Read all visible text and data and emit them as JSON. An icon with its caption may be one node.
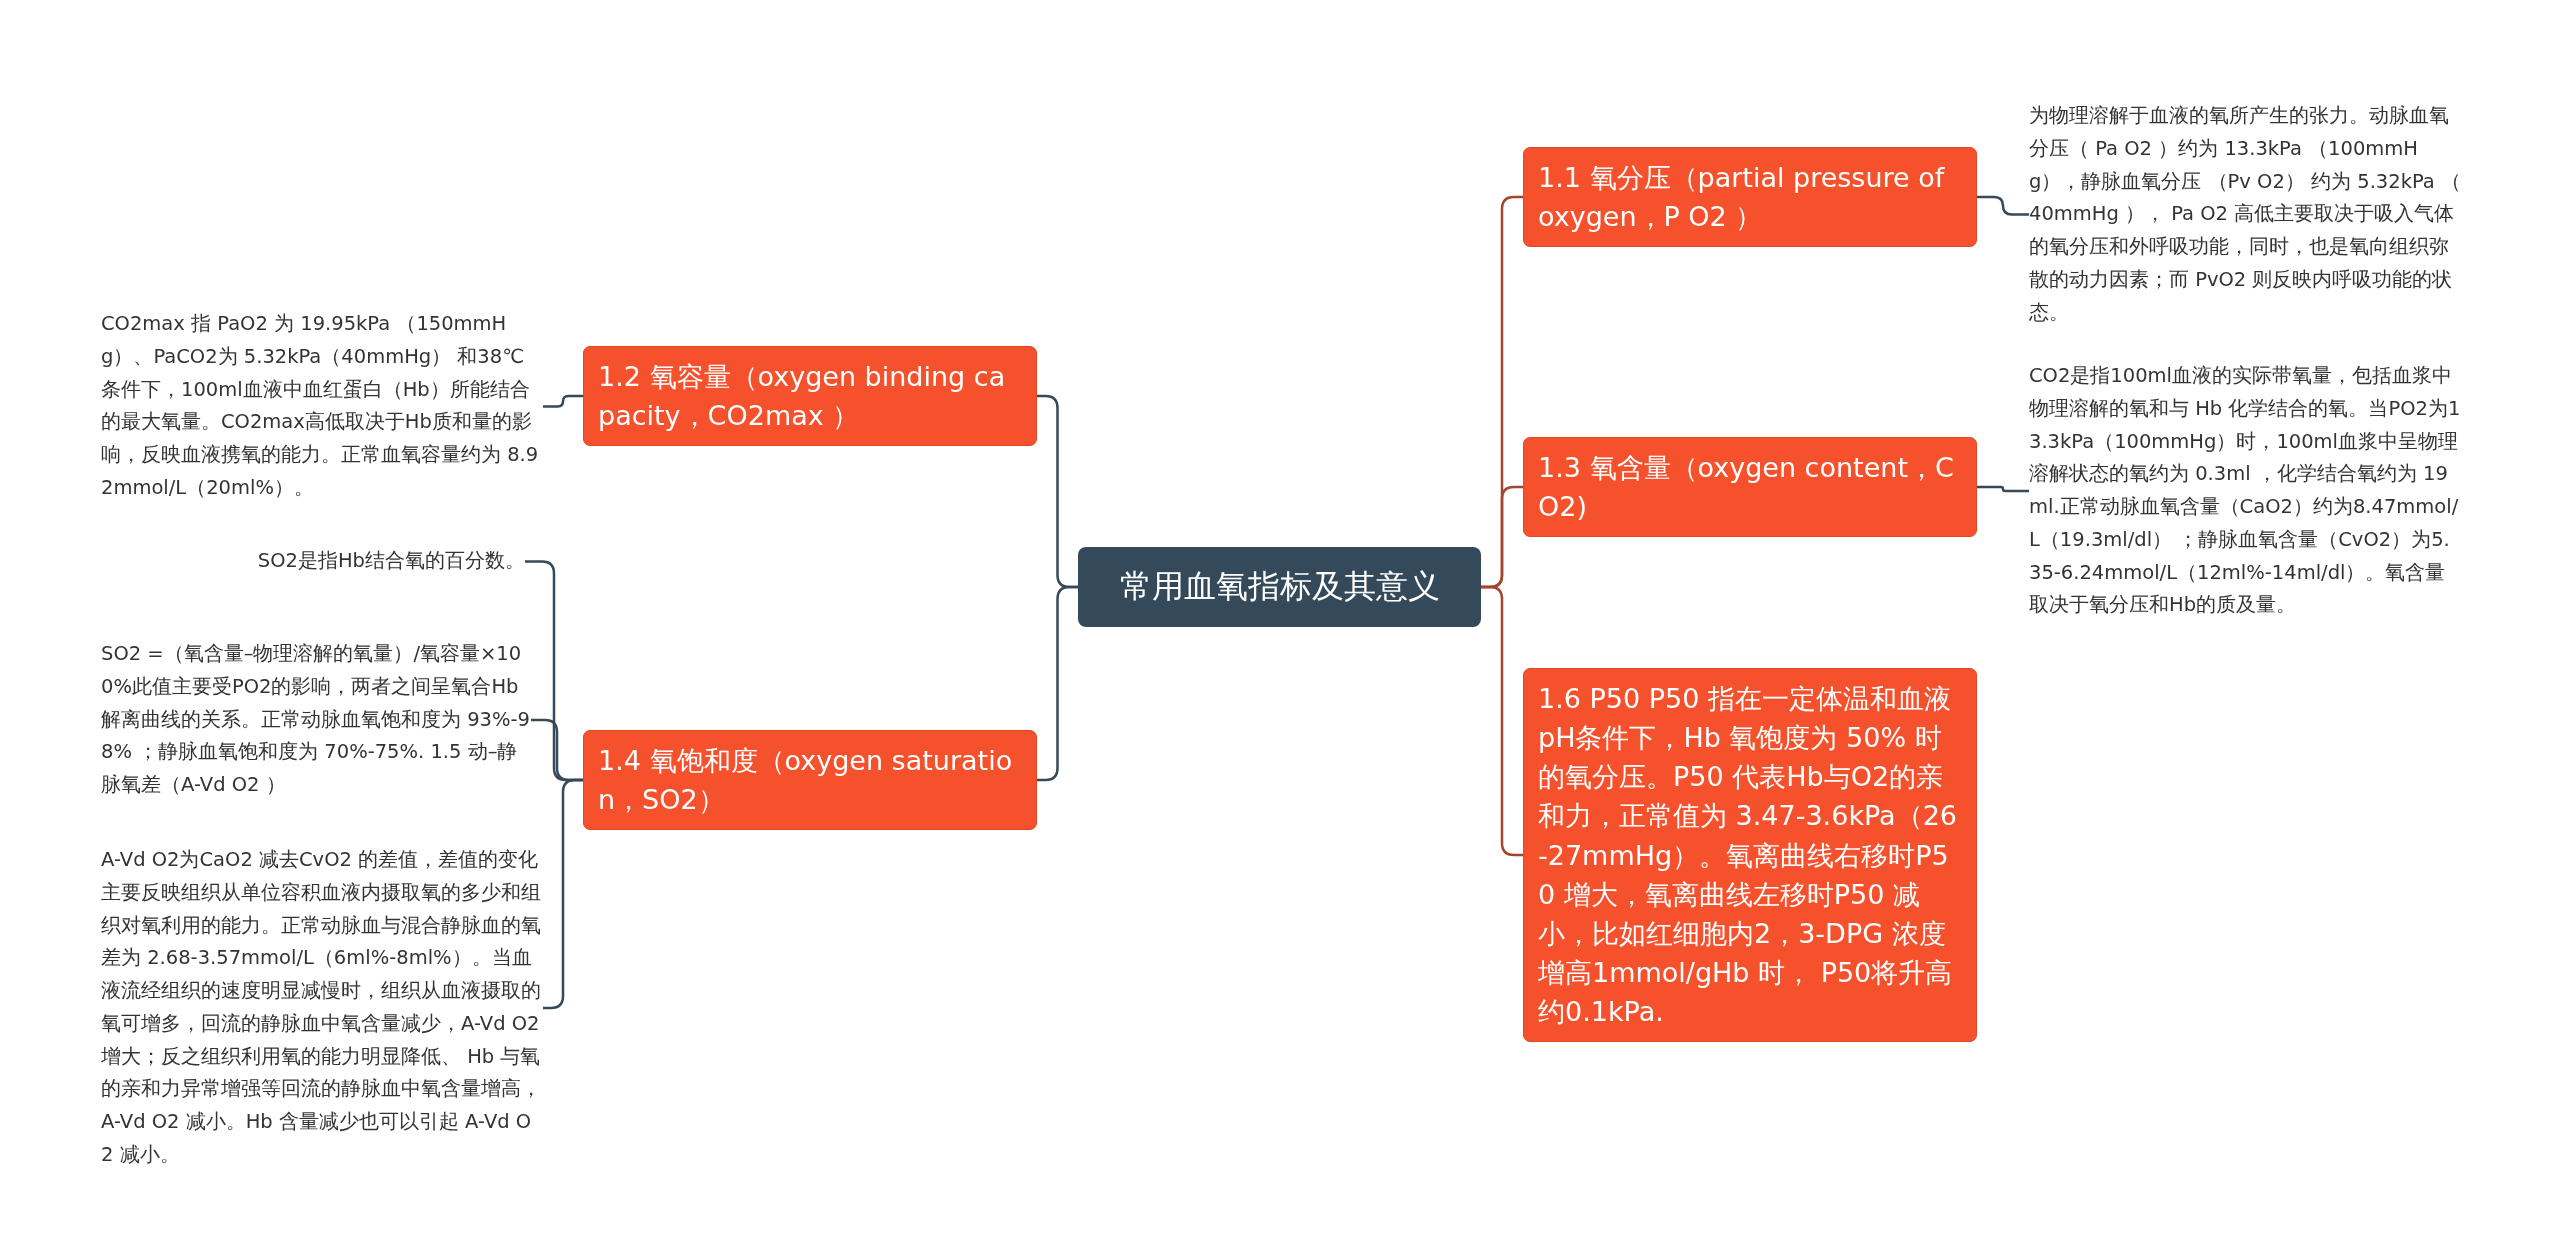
{
  "diagram": {
    "nodes": [
      {
        "text": [
          "常用血氧指标及其意义"
        ]
      },
      {
        "text": [
          "1.1 氧分压（partial pressure of oxygen，P O2 ）"
        ]
      },
      {
        "text": [
          "为物理溶解于血液的氧所产生的张力。动脉血氧分压（ Pa O2 ）约为 13.3kPa （100mmHg），静脉血氧分压 （Pv O2） 约为 5.32kPa （ 40mmHg ）， Pa O2 高低主要取决于吸入气体的氧分压和外呼吸功能，同时，也是氧向组织弥散的动力因素；而 PvO2 则反映内呼吸功能的状态。"
        ]
      },
      {
        "text": [
          "1.2 氧容量（oxygen binding capacity，CO2max ）"
        ]
      },
      {
        "text": [
          "CO2max 指 PaO2 为 19.95kPa （150mmHg）、PaCO2为 5.32kPa（40mmHg） 和38℃ 条件下，100ml血液中血红蛋白（Hb）所能结合的最大氧量。CO2max高低取决于Hb质和量的影响，反映血液携氧的能力。正常血氧容量约为 8.92mmol/L（20ml%）。"
        ]
      },
      {
        "text": [
          "1.3 氧含量（oxygen content，CO2)"
        ]
      },
      {
        "text": [
          "CO2是指100ml血液的实际带氧量，包括血浆中物理溶解的氧和与 Hb 化学结合的氧。当PO2为13.3kPa（100mmHg）时，100ml血浆中呈物理溶解状态的氧约为 0.3ml ，化学结合氧约为 19ml.正常动脉血氧含量（CaO2）约为8.47mmol/L（19.3ml/dl） ；静脉血氧含量（CvO2）为5.35-6.24mmol/L（12ml%-14ml/dl）。氧含量取决于氧分压和Hb的质及量。"
        ]
      },
      {
        "text": [
          "1.4 氧饱和度（oxygen saturation，SO2）"
        ]
      },
      {
        "text": [
          "SO2是指Hb结合氧的百分数。"
        ]
      },
      {
        "text": [
          "SO2 =（氧含量–物理溶解的氧量）/氧容量×100%此值主要受PO2的影响，两者之间呈氧合Hb解离曲线的关系。正常动脉血氧饱和度为 93%-98% ；静脉血氧饱和度为 70%-75%. 1.5 动–静脉氧差（A-Vd O2 ）"
        ]
      },
      {
        "text": [
          "A-Vd O2为CaO2 减去CvO2 的差值，差值的变化主要反映组织从单位容积血液内摄取氧的多少和组织对氧利用的能力。正常动脉血与混合静脉血的氧差为 2.68-3.57mmol/L（6ml%-8ml%）。当血液流经组织的速度明显减慢时，组织从血液摄取的氧可增多，回流的静脉血中氧含量减少，A-Vd O2 增大；反之组织利用氧的能力明显降低、 Hb 与氧的亲和力异常增强等回流的静脉血中氧含量增高，A-Vd O2 减小。Hb 含量减少也可以引起 A-Vd O2 减小。"
        ]
      },
      {
        "text": [
          "1.6 P50 P50 指在一定体温和血液pH条件下，Hb 氧饱度为 50% 时的氧分压。P50 代表Hb与O2的亲和力，正常值为 3.47-3.6kPa（26-27mmHg）。氧离曲线右移时P50 增大，氧离曲线左移时P50 减小，比如红细胞内2，3-DPG 浓度增高1mmol/gHb 时， P50将升高约0.1kPa."
        ]
      }
    ],
    "edges": [
      {
        "from": 0,
        "to": 1,
        "arrow": "none",
        "color": "#a5452c"
      },
      {
        "from": 1,
        "to": 2,
        "arrow": "none"
      },
      {
        "from": 0,
        "to": 3,
        "arrow": "none"
      },
      {
        "from": 3,
        "to": 4,
        "arrow": "none"
      },
      {
        "from": 0,
        "to": 5,
        "arrow": "none",
        "color": "#a5452c"
      },
      {
        "from": 5,
        "to": 6,
        "arrow": "none"
      },
      {
        "from": 0,
        "to": 7,
        "arrow": "none"
      },
      {
        "from": 7,
        "to": 8,
        "arrow": "none"
      },
      {
        "from": 7,
        "to": 9,
        "arrow": "none"
      },
      {
        "from": 7,
        "to": 10,
        "arrow": "none"
      },
      {
        "from": 0,
        "to": 11,
        "arrow": "none",
        "color": "#a5452c"
      }
    ]
  }
}
